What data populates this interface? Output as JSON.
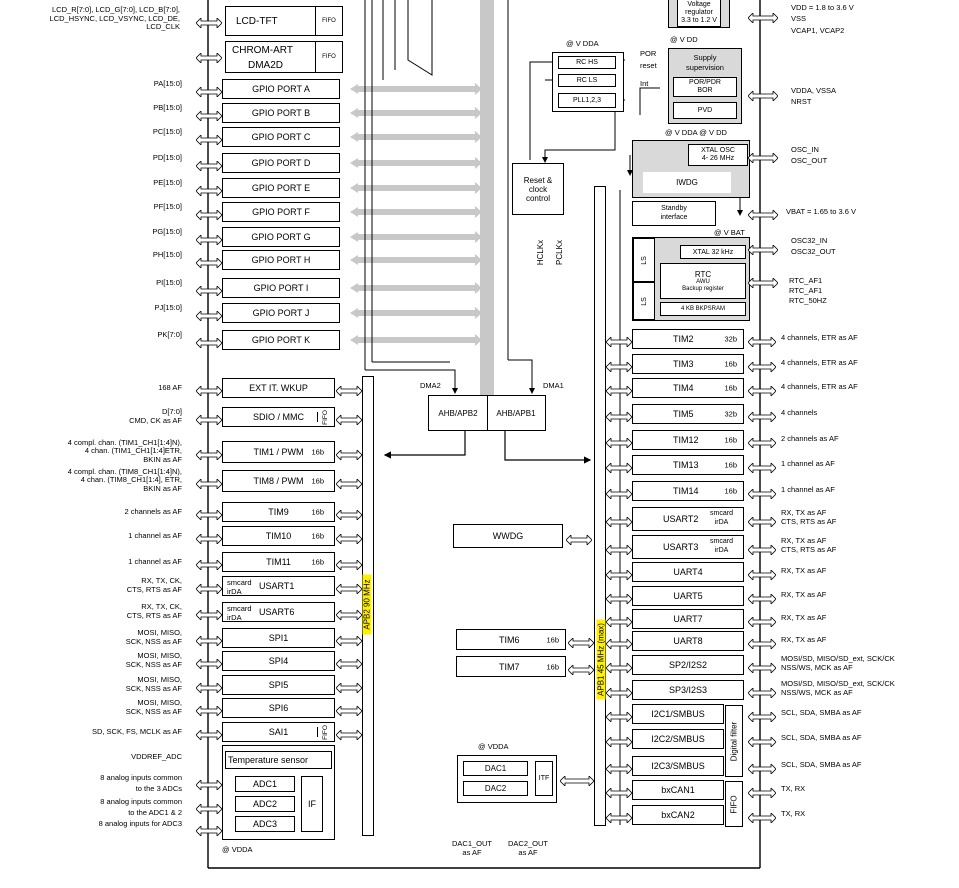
{
  "top": {
    "lcd_signals": [
      "LCD_R[7:0], LCD_G[7:0], LCD_B[7:0],",
      "LCD_HSYNC, LCD_VSYNC, LCD_DE,",
      "LCD_CLK"
    ],
    "lcd_tft": "LCD-TFT",
    "fifo": "FIFO",
    "chrom_art": "CHROM-ART",
    "dma2d": "DMA2D"
  },
  "gpio": {
    "ports": [
      {
        "pin": "PA[15:0]",
        "label": "GPIO PORT A"
      },
      {
        "pin": "PB[15:0]",
        "label": "GPIO PORT B"
      },
      {
        "pin": "PC[15:0]",
        "label": "GPIO PORT C"
      },
      {
        "pin": "PD[15:0]",
        "label": "GPIO PORT D"
      },
      {
        "pin": "PE[15:0]",
        "label": "GPIO PORT E"
      },
      {
        "pin": "PF[15:0]",
        "label": "GPIO PORT F"
      },
      {
        "pin": "PG[15:0]",
        "label": "GPIO PORT G"
      },
      {
        "pin": "PH[15:0]",
        "label": "GPIO PORT H"
      },
      {
        "pin": "PI[15:0]",
        "label": "GPIO PORT I"
      },
      {
        "pin": "PJ[15:0]",
        "label": "GPIO PORT J"
      },
      {
        "pin": "PK[7:0]",
        "label": "GPIO PORT K"
      }
    ]
  },
  "apb2": {
    "bus_label": "APB2 90 MHz",
    "blocks": [
      {
        "pin": [
          "168 AF"
        ],
        "label": "EXT IT. WKUP"
      },
      {
        "pin": [
          "D[7:0]",
          "CMD, CK as AF"
        ],
        "label": "SDIO / MMC",
        "fifo": "FIFO"
      },
      {
        "pin": [
          "4 compl. chan. (TIM1_CH1[1:4]N),",
          "4 chan. (TIM1_CH1[1:4]ETR,",
          "BKIN as AF"
        ],
        "label": "TIM1 / PWM",
        "bits": "16b"
      },
      {
        "pin": [
          "4 compl. chan. (TIM8_CH1[1:4]N),",
          "4 chan. (TIM8_CH1[1:4], ETR,",
          "BKIN as AF"
        ],
        "label": "TIM8 / PWM",
        "bits": "16b"
      },
      {
        "pin": [
          "2 channels as AF"
        ],
        "label": "TIM9",
        "bits": "16b"
      },
      {
        "pin": [
          "1 channel as AF"
        ],
        "label": "TIM10",
        "bits": "16b"
      },
      {
        "pin": [
          "1 channel as AF"
        ],
        "label": "TIM11",
        "bits": "16b"
      },
      {
        "pin": [
          "RX, TX, CK,",
          "CTS, RTS as AF"
        ],
        "label": "USART1",
        "left": [
          "smcard",
          "irDA"
        ]
      },
      {
        "pin": [
          "RX, TX, CK,",
          "CTS, RTS as AF"
        ],
        "label": "USART6",
        "left": [
          "smcard",
          "irDA"
        ]
      },
      {
        "pin": [
          "MOSI, MISO,",
          "SCK, NSS as AF"
        ],
        "label": "SPI1"
      },
      {
        "pin": [
          "MOSI, MISO,",
          "SCK, NSS as AF"
        ],
        "label": "SPI4"
      },
      {
        "pin": [
          "MOSI, MISO,",
          "SCK, NSS as AF"
        ],
        "label": "SPI5"
      },
      {
        "pin": [
          "MOSI, MISO,",
          "SCK, NSS as AF"
        ],
        "label": "SPI6"
      },
      {
        "pin": [
          "SD, SCK, FS, MCLK as AF"
        ],
        "label": "SAI1",
        "fifo": "FIFO"
      }
    ],
    "adc": {
      "vddref": "VDDREF_ADC",
      "temp": "Temperature sensor",
      "adcs": [
        "ADC1",
        "ADC2",
        "ADC3"
      ],
      "if": "IF",
      "inputs": [
        [
          "8 analog inputs common",
          "to the 3 ADCs"
        ],
        [
          "8 analog inputs common",
          "to the ADC1 & 2"
        ],
        [
          "8 analog inputs for ADC3"
        ]
      ],
      "vdda": "@ VDDA"
    }
  },
  "center": {
    "vdda_top": "@ V DDA",
    "rc_hs": "RC   HS",
    "rc_ls": "RC   LS",
    "pll": "PLL1,2,3",
    "reset_clock": [
      "Reset &",
      "clock",
      "control"
    ],
    "hclk": "HCLKx",
    "pclk": "PCLKx",
    "dma2": "DMA2",
    "dma1": "DMA1",
    "ahb_apb2": "AHB/APB2",
    "ahb_apb1": "AHB/APB1",
    "wwdg": "WWDG",
    "tim6": "TIM6",
    "tim7": "TIM7",
    "bits16": "16b",
    "dac_vdda": "@ VDDA",
    "dac1": "DAC1",
    "dac2": "DAC2",
    "itf": "ITF",
    "dac1_out": [
      "DAC1_OUT",
      "as AF"
    ],
    "dac2_out": [
      "DAC2_OUT",
      "as AF"
    ]
  },
  "power": {
    "voltage_reg": [
      "Voltage",
      "regulator",
      "3.3 to 1.2 V"
    ],
    "vdd_labels": [
      "VDD = 1.8 to 3.6 V",
      "VSS",
      "VCAP1, VCAP2"
    ],
    "vdd_at": "@ V DD",
    "por": "POR",
    "reset": "reset",
    "int": "Int",
    "supply": [
      "Supply",
      "supervision"
    ],
    "por_pdr": [
      "POR/PDR",
      "BOR"
    ],
    "pvd": "PVD",
    "vdda_vssa": [
      "VDDA, VSSA",
      "NRST"
    ],
    "vdda_vdd": "@ V DDA   @ V DD",
    "xtal_osc": [
      "XTAL OSC",
      "4- 26 MHz"
    ],
    "osc": [
      "OSC_IN",
      "OSC_OUT"
    ],
    "iwdg": "IWDG",
    "standby": [
      "Standby",
      "interface"
    ],
    "vbat": "VBAT = 1.65 to 3.6 V",
    "vbat_at": "@ V BAT",
    "xtal32": "XTAL 32 kHz",
    "osc32": [
      "OSC32_IN",
      "OSC32_OUT"
    ],
    "rtc": "RTC",
    "awu": "AWU",
    "backup_reg": "Backup register",
    "bkpsram": "4 KB BKPSRAM",
    "rtc_pins": [
      "RTC_AF1",
      "RTC_AF1",
      "RTC_50HZ"
    ],
    "ls": "LS"
  },
  "apb1": {
    "bus_label": "APB1 45 MHz (max)",
    "digital_filter": "Digital filter",
    "fifo": "FIFO",
    "blocks": [
      {
        "label": "TIM2",
        "bits": "32b",
        "pin": [
          "4 channels, ETR as AF"
        ]
      },
      {
        "label": "TIM3",
        "bits": "16b",
        "pin": [
          "4 channels, ETR as AF"
        ]
      },
      {
        "label": "TIM4",
        "bits": "16b",
        "pin": [
          "4 channels, ETR as AF"
        ]
      },
      {
        "label": "TIM5",
        "bits": "32b",
        "pin": [
          "4 channels"
        ]
      },
      {
        "label": "TIM12",
        "bits": "16b",
        "pin": [
          "2 channels as AF"
        ]
      },
      {
        "label": "TIM13",
        "bits": "16b",
        "pin": [
          "1 channel as AF"
        ]
      },
      {
        "label": "TIM14",
        "bits": "16b",
        "pin": [
          "1 channel as AF"
        ]
      },
      {
        "label": "USART2",
        "right": [
          "smcard",
          "irDA"
        ],
        "pin": [
          "RX, TX as AF",
          "CTS, RTS as AF"
        ]
      },
      {
        "label": "USART3",
        "right": [
          "smcard",
          "irDA"
        ],
        "pin": [
          "RX, TX as AF",
          "CTS, RTS as AF"
        ]
      },
      {
        "label": "UART4",
        "pin": [
          "RX, TX as AF"
        ]
      },
      {
        "label": "UART5",
        "pin": [
          "RX, TX as AF"
        ]
      },
      {
        "label": "UART7",
        "pin": [
          "RX, TX as AF"
        ]
      },
      {
        "label": "UART8",
        "pin": [
          "RX, TX as AF"
        ]
      },
      {
        "label": "SP2/I2S2",
        "pin": [
          "MOSI/SD, MISO/SD_ext, SCK/CK",
          "NSS/WS, MCK as AF"
        ]
      },
      {
        "label": "SP3/I2S3",
        "pin": [
          "MOSI/SD, MISO/SD_ext, SCK/CK",
          "NSS/WS, MCK as AF"
        ]
      },
      {
        "label": "I2C1/SMBUS",
        "pin": [
          "SCL, SDA, SMBA as AF"
        ]
      },
      {
        "label": "I2C2/SMBUS",
        "pin": [
          "SCL, SDA, SMBA as AF"
        ]
      },
      {
        "label": "I2C3/SMBUS",
        "pin": [
          "SCL, SDA, SMBA as AF"
        ]
      },
      {
        "label": "bxCAN1",
        "pin": [
          "TX, RX"
        ]
      },
      {
        "label": "bxCAN2",
        "pin": [
          "TX, RX"
        ]
      }
    ]
  }
}
